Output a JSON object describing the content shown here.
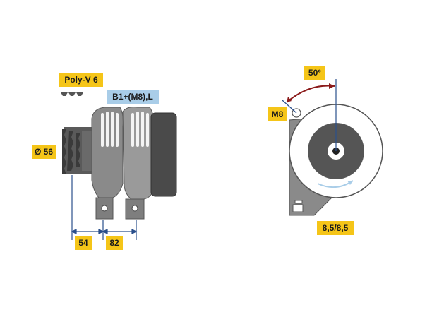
{
  "side_view": {
    "belt_label": "Poly-V 6",
    "terminal_label": "B1+(M8),L",
    "pulley_diameter_label": "Ø 56",
    "dim_left_label": "54",
    "dim_right_label": "82"
  },
  "front_view": {
    "angle_label": "50°",
    "bolt_label": "M8",
    "mount_label": "8,5/8,5"
  },
  "colors": {
    "label_yellow": "#f5c518",
    "label_blue": "#a9cde8",
    "body_gray": "#8a8a8a",
    "dark_gray": "#4a4a4a",
    "dim_blue": "#2a4f8c",
    "angle_red": "#8b1a1a"
  }
}
